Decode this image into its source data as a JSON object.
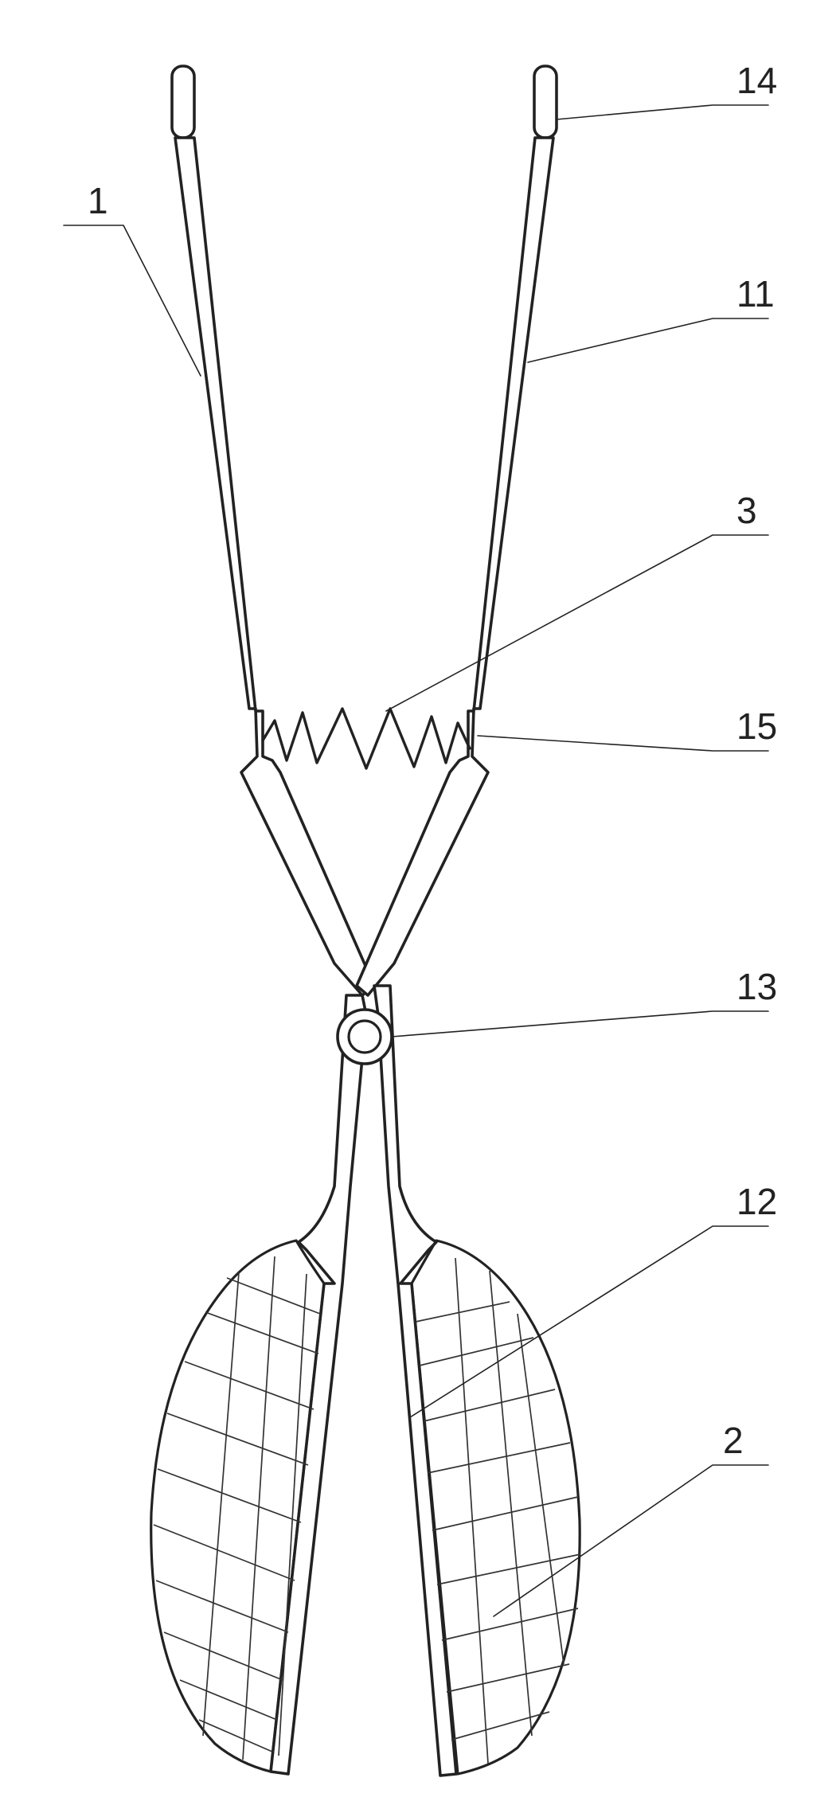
{
  "figure": {
    "callouts": [
      {
        "id": "c-1",
        "text": "1"
      },
      {
        "id": "c-14",
        "text": "14"
      },
      {
        "id": "c-11",
        "text": "11"
      },
      {
        "id": "c-3",
        "text": "3"
      },
      {
        "id": "c-15",
        "text": "15"
      },
      {
        "id": "c-13",
        "text": "13"
      },
      {
        "id": "c-12",
        "text": "12"
      },
      {
        "id": "c-2",
        "text": "2"
      }
    ],
    "parts": [
      "handle-tip-grip-left",
      "handle-tip-grip-right",
      "handle-arm-left",
      "handle-arm-right",
      "spring",
      "pivot-pin",
      "jaw-left",
      "jaw-right",
      "net-basket-left",
      "net-basket-right"
    ],
    "colors": {
      "ink": "#222222",
      "background": "#ffffff"
    }
  }
}
